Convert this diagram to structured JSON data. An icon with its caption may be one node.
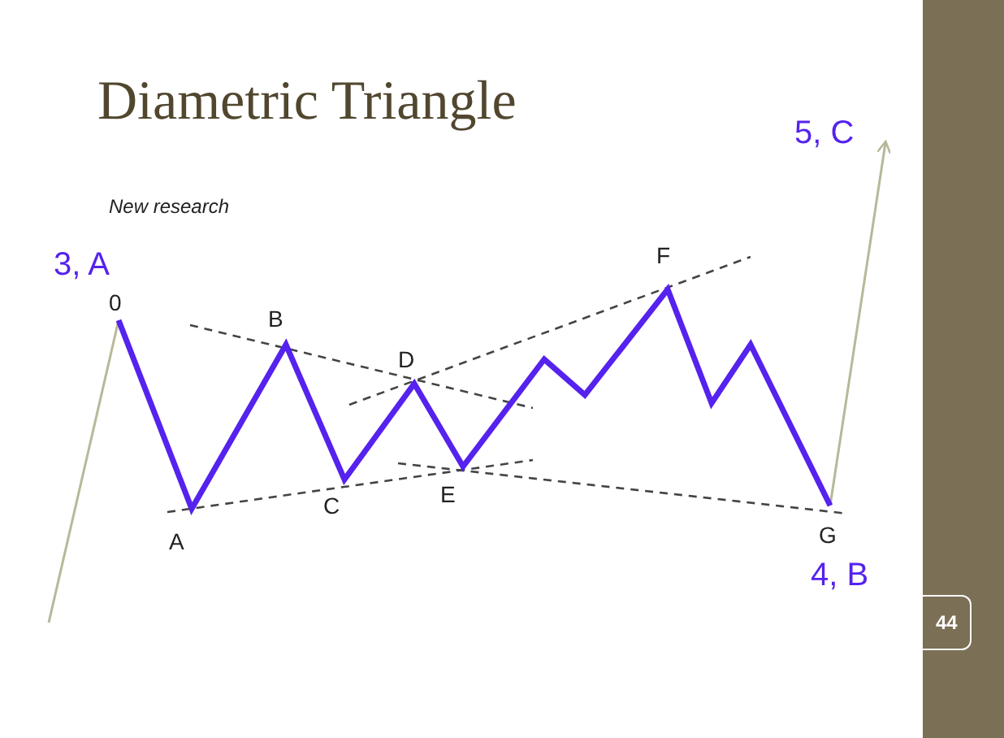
{
  "diagram": {
    "title": "Diametric Triangle",
    "labels": [
      "New research",
      "3, A",
      "0",
      "F",
      "5, C",
      "B",
      "D",
      "A",
      "C",
      "E",
      "G",
      "4, B",
      "44"
    ]
  }
}
